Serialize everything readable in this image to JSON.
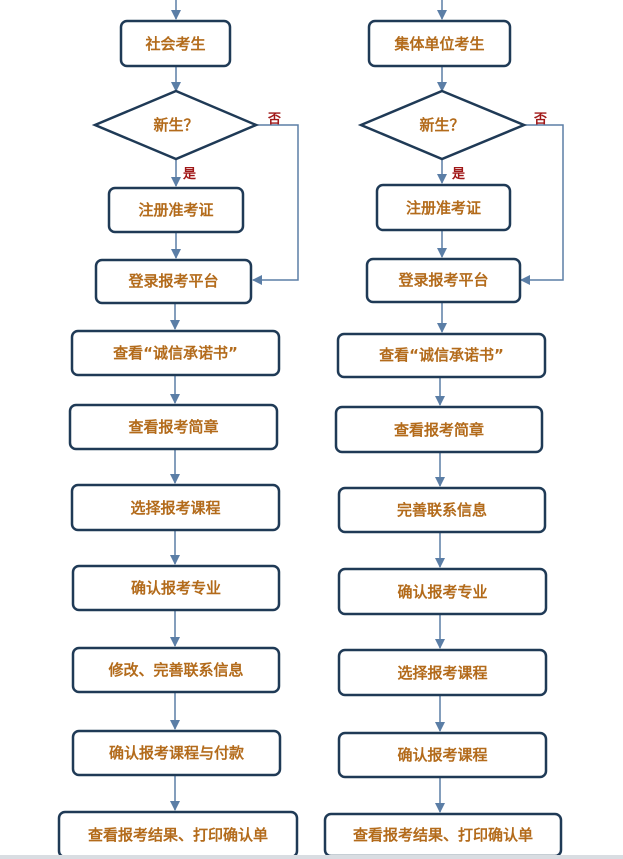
{
  "left": {
    "start": "社会考生",
    "question": "新生？",
    "no": "否",
    "yes": "是",
    "steps": [
      "注册准考证",
      "登录报考平台",
      "查看“诚信承诺书”",
      "查看报考简章",
      "选择报考课程",
      "确认报考专业",
      "修改、完善联系信息",
      "确认报考课程与付款",
      "查看报考结果、打印确认单"
    ]
  },
  "right": {
    "start": "集体单位考生",
    "question": "新生？",
    "no": "否",
    "yes": "是",
    "steps": [
      "注册准考证",
      "登录报考平台",
      "查看“诚信承诺书”",
      "查看报考简章",
      "完善联系信息",
      "确认报考专业",
      "选择报考课程",
      "确认报考课程",
      "查看报考结果、打印确认单"
    ]
  }
}
